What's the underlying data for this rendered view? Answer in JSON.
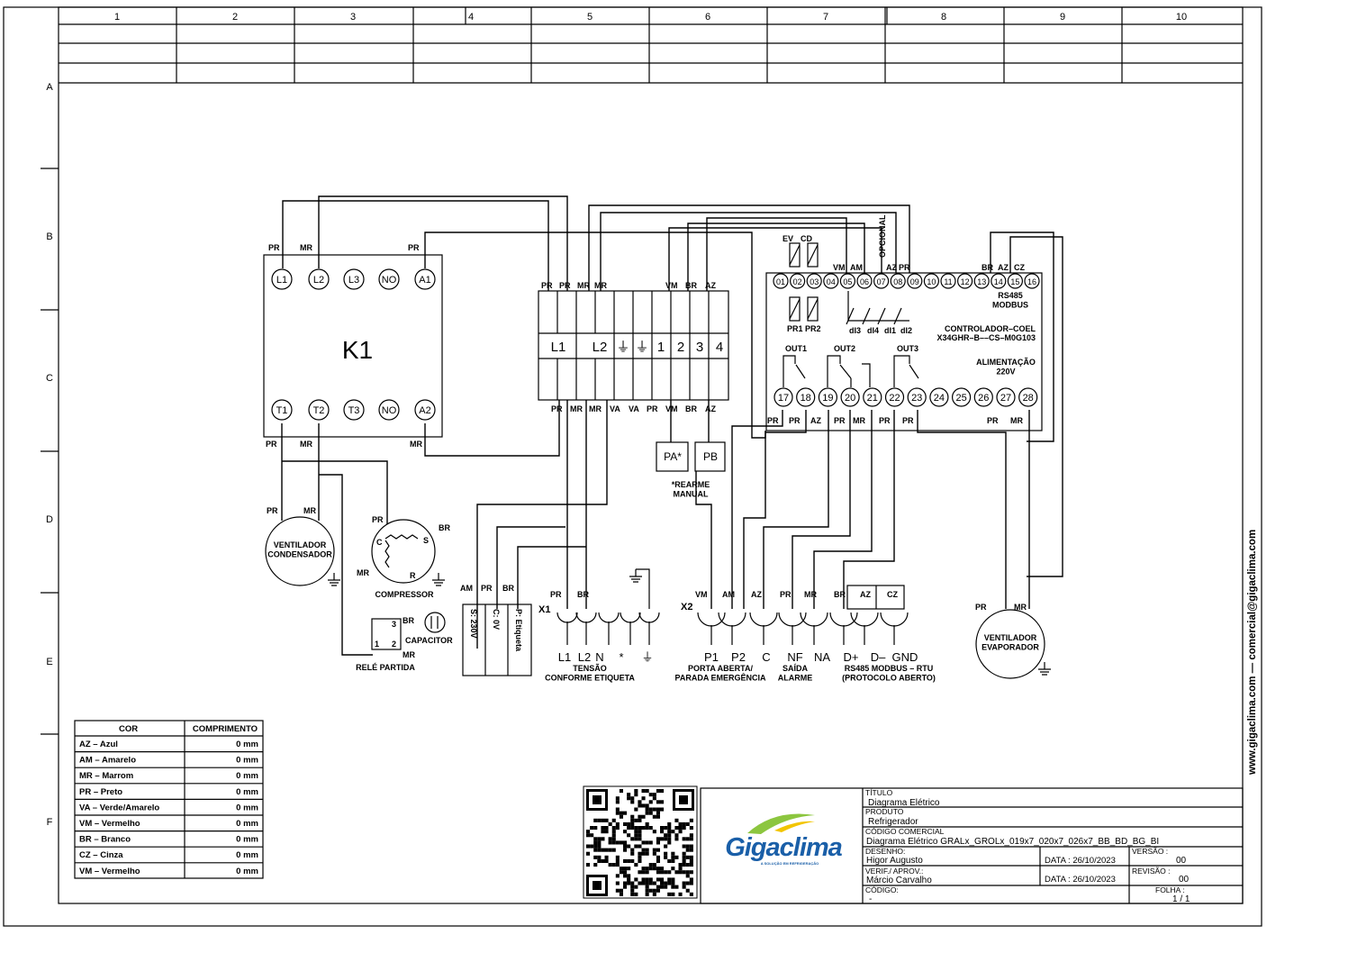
{
  "frame": {
    "columns": [
      "1",
      "2",
      "3",
      "4",
      "5",
      "6",
      "7",
      "8",
      "9",
      "10"
    ],
    "rows": [
      "A",
      "B",
      "C",
      "D",
      "E",
      "F"
    ],
    "side_text": "www.gigaclima.com  —  comercial@gigaclima.com"
  },
  "contactor": {
    "name": "K1",
    "top_terminals": [
      "L1",
      "L2",
      "L3",
      "NO",
      "A1"
    ],
    "bottom_terminals": [
      "T1",
      "T2",
      "T3",
      "NO",
      "A2"
    ],
    "top_wires": [
      "PR",
      "MR",
      "PR"
    ],
    "bottom_wires": [
      "PR",
      "MR",
      "MR"
    ]
  },
  "terminal_block": {
    "labels": [
      "L1",
      "L2",
      "⏚",
      "⏚",
      "1",
      "2",
      "3",
      "4"
    ],
    "top_wires": [
      "PR",
      "PR",
      "MR",
      "MR",
      "VM",
      "BR",
      "AZ"
    ],
    "bottom_wires": [
      "PR",
      "MR",
      "MR",
      "VA",
      "VA",
      "PR",
      "VM",
      "BR",
      "AZ"
    ],
    "pa": "PA*",
    "pb": "PB",
    "note": "*REARME\nMANUAL"
  },
  "controller": {
    "title": "CONTROLADOR–COEL",
    "model": "X34GHR–B––CS–M0G103",
    "top_terminals": [
      "01",
      "02",
      "03",
      "04",
      "05",
      "06",
      "07",
      "08",
      "09",
      "10",
      "11",
      "12",
      "13",
      "14",
      "15",
      "16"
    ],
    "bottom_terminals": [
      "17",
      "18",
      "19",
      "20",
      "21",
      "22",
      "23",
      "24",
      "25",
      "26",
      "27",
      "28"
    ],
    "sensors_top": [
      "EV",
      "CD"
    ],
    "sensors_bottom": [
      "PR1",
      "PR2"
    ],
    "inputs": [
      "dI3",
      "dI4",
      "dI1",
      "dI2"
    ],
    "optional": "OPCIONAL",
    "top_wires": [
      "VM",
      "AM",
      "AZ",
      "PR"
    ],
    "rs485_wires": [
      "BR",
      "AZ",
      "CZ"
    ],
    "rs485_label": "RS485\nMODBUS",
    "outputs": [
      "OUT1",
      "OUT2",
      "OUT3"
    ],
    "power": "ALIMENTAÇÃO\n220V",
    "bottom_wires": [
      "PR",
      "PR",
      "AZ",
      "PR",
      "MR",
      "PR",
      "PR",
      "PR",
      "MR"
    ]
  },
  "components": {
    "fan_condenser": "VENTILADOR\nCONDENSADOR",
    "fan_condenser_wires": [
      "PR",
      "MR"
    ],
    "compressor": "COMPRESSOR",
    "compressor_pins": [
      "C",
      "S",
      "R"
    ],
    "compressor_wires": [
      "PR",
      "BR",
      "MR"
    ],
    "relay": "RELÉ PARTIDA",
    "relay_pins": [
      "3",
      "1",
      "2"
    ],
    "relay_wires": [
      "BR",
      "MR"
    ],
    "capacitor": "CAPACITOR",
    "fan_evaporator": "VENTILADOR\nEVAPORADOR",
    "fan_evaporator_wires": [
      "PR",
      "MR"
    ]
  },
  "label_box": {
    "wires": [
      "AM",
      "PR",
      "BR"
    ],
    "rows": [
      "S: 230V",
      "C: 0V",
      "P: Etiqueta"
    ]
  },
  "x1": {
    "name": "X1",
    "wires": [
      "PR",
      "BR"
    ],
    "terminals": [
      "L1",
      "L2",
      "N",
      "*",
      "⏚"
    ],
    "caption": "TENSÃO\nCONFORME ETIQUETA"
  },
  "x2": {
    "name": "X2",
    "wires": [
      "VM",
      "AM",
      "AZ",
      "PR",
      "MR",
      "BR",
      "AZ",
      "CZ"
    ],
    "terminals": [
      "P1",
      "P2",
      "C",
      "NF",
      "NA",
      "D+",
      "D–",
      "GND"
    ],
    "caption1": "PORTA ABERTA/\nPARADA EMERGÊNCIA",
    "caption2": "SAÍDA\nALARME",
    "caption3": "RS485 MODBUS – RTU\n(PROTOCOLO ABERTO)"
  },
  "legend": {
    "headers": [
      "COR",
      "COMPRIMENTO"
    ],
    "rows": [
      [
        "AZ  –  Azul",
        "0 mm"
      ],
      [
        "AM  –  Amarelo",
        "0 mm"
      ],
      [
        "MR  –  Marrom",
        "0 mm"
      ],
      [
        "PR  –  Preto",
        "0 mm"
      ],
      [
        "VA  –  Verde/Amarelo",
        "0 mm"
      ],
      [
        "VM  –  Vermelho",
        "0 mm"
      ],
      [
        "BR  –  Branco",
        "0 mm"
      ],
      [
        "CZ  –  Cinza",
        "0 mm"
      ],
      [
        "VM  –  Vermelho",
        "0 mm"
      ]
    ]
  },
  "title_block": {
    "logo": "Gigaclima",
    "logo_tagline": "A SOLUÇÃO EM REFRIGERAÇÃO",
    "titulo_label": "TÍTULO",
    "titulo": "Diagrama Elétrico",
    "produto_label": "PRODUTO",
    "produto": "Refrigerador",
    "codigo_comercial_label": "CÓDIGO COMERCIAL",
    "codigo_comercial": "Diagrama Elétrico GRALx_GROLx_019x7_020x7_026x7_BB_BD_BG_BI",
    "desenho_label": "DESENHO:",
    "desenho": "Higor Augusto",
    "data1": "DATA : 26/10/2023",
    "versao_label": "VERSÃO :",
    "versao": "00",
    "verif_label": "VERIF./ APROV.:",
    "verif": "Márcio Carvalho",
    "data2": "DATA : 26/10/2023",
    "revisao_label": "REVISÃO :",
    "revisao": "00",
    "codigo_label": "CÓDIGO:",
    "codigo": "-",
    "folha_label": "FOLHA :",
    "folha": "1 / 1"
  },
  "colors": {
    "ink": "#000000",
    "logo_blue": "#1a5fa8",
    "logo_green": "#8cc63f",
    "logo_yellow": "#f2c500"
  }
}
